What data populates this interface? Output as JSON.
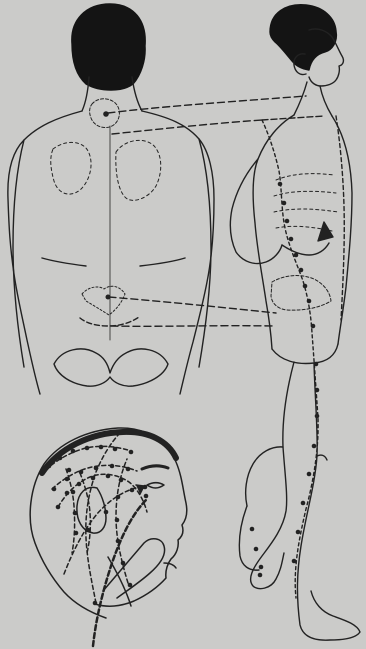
{
  "diagram": {
    "type": "acupuncture meridian illustration",
    "figures": [
      "back-view-torso",
      "side-view-standing-figure",
      "head-profile-detail"
    ],
    "colors": {
      "background": "#cbcbc9",
      "ink": "#202020",
      "hair": "#141414",
      "skin_fill": "#d7d7d5"
    }
  }
}
